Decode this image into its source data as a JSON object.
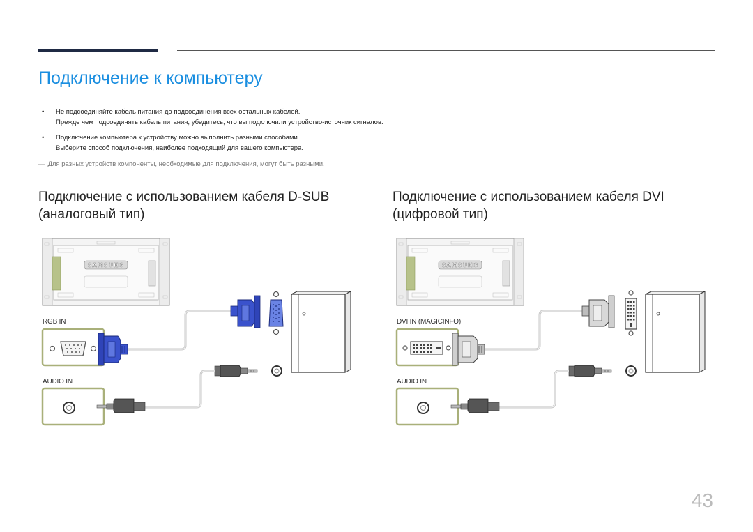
{
  "title": "Подключение к компьютеру",
  "bullets": [
    {
      "line1": "Не подсоединяйте кабель питания до подсоединения всех остальных кабелей.",
      "line2": "Прежде чем подсоединять кабель питания, убедитесь, что вы подключили устройство-источник сигналов."
    },
    {
      "line1": "Подключение компьютера к устройству можно выполнить разными способами.",
      "line2": "Выберите способ подключения, наиболее подходящий для вашего компьютера."
    }
  ],
  "bullet_marker": "•",
  "note": {
    "dash": "―",
    "text": "Для разных устройств компоненты, необходимые для подключения, могут быть разными."
  },
  "sections": {
    "dsub": {
      "heading_line1": "Подключение с использованием кабеля D-SUB",
      "heading_line2": "(аналоговый тип)",
      "port_label": "RGB IN",
      "audio_label": "AUDIO IN",
      "brand": "SAMSUNG"
    },
    "dvi": {
      "heading_line1": "Подключение с использованием кабеля DVI",
      "heading_line2": "(цифровой тип)",
      "port_label": "DVI IN (MAGICINFO)",
      "audio_label": "AUDIO IN",
      "brand": "SAMSUNG"
    }
  },
  "page_number": "43",
  "colors": {
    "title": "#1a8ee0",
    "rule": "#1f2a44",
    "vga_connector": "#2f44b8",
    "panel_border": "#a9b07a"
  }
}
